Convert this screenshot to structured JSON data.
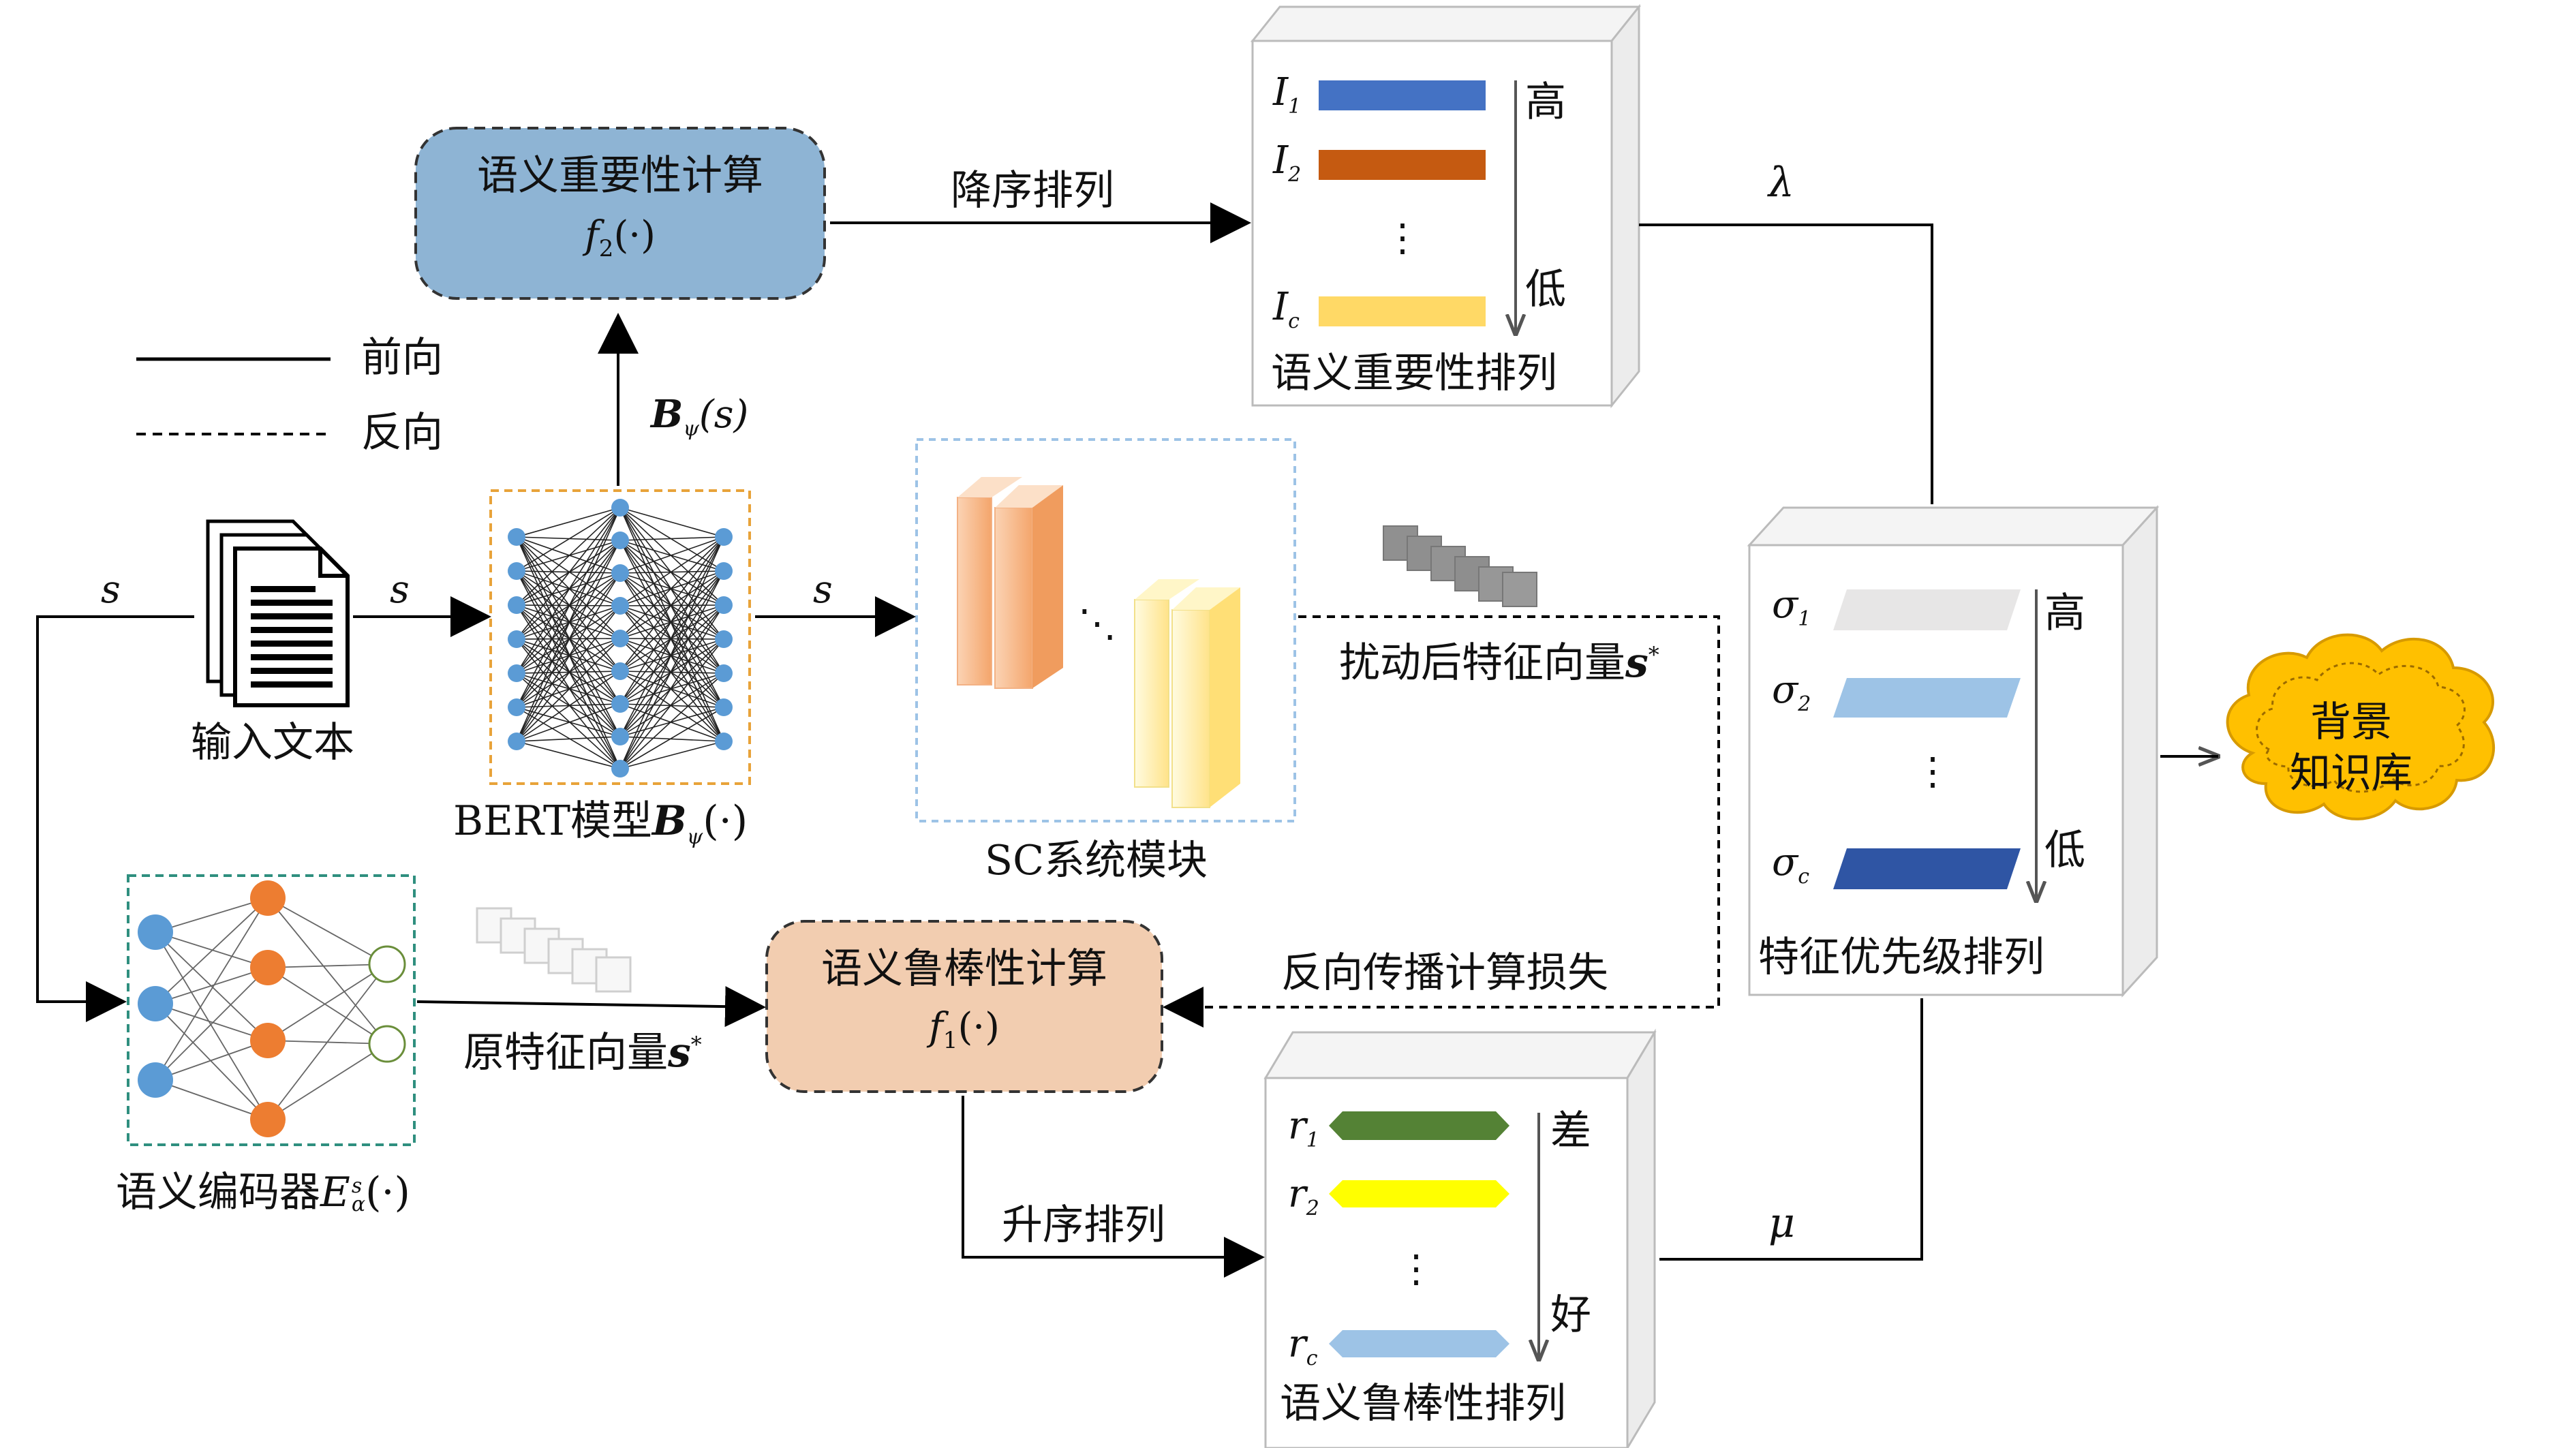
{
  "legend": {
    "forward": "前向",
    "backward": "反向"
  },
  "input": {
    "label": "输入文本",
    "s_left": "s",
    "s_mid": "s",
    "s_right": "s"
  },
  "bert": {
    "label": "BERT模型",
    "sym": "B",
    "sub": "ψ",
    "arg": "(·)",
    "out_sym": "B",
    "out_sub": "ψ",
    "out_arg": "(s)"
  },
  "importance": {
    "title": "语义重要性计算",
    "f": "f",
    "sub": "2",
    "arg": "(·)"
  },
  "robust": {
    "title": "语义鲁棒性计算",
    "f": "f",
    "sub": "1",
    "arg": "(·)"
  },
  "encoder": {
    "label": "语义编码器",
    "E": "E",
    "sub": "α",
    "sup": "s",
    "arg": "(·)"
  },
  "sc": {
    "label": "SC系统模块",
    "dots": "⋱"
  },
  "edges": {
    "desc_sort": "降序排列",
    "asc_sort": "升序排列",
    "perturbed": "扰动后特征向量",
    "perturbed_sym": "s",
    "original": "原特征向量",
    "original_sym": "s",
    "star": "*",
    "backprop": "反向传播计算损失",
    "lambda": "λ",
    "mu": "μ"
  },
  "importance_rank": {
    "title": "语义重要性排列",
    "high": "高",
    "low": "低",
    "dots": "⋮",
    "items": [
      {
        "sym": "I",
        "sub": "1",
        "color": "#4472c4"
      },
      {
        "sym": "I",
        "sub": "2",
        "color": "#c55a11"
      },
      {
        "sym": "I",
        "sub": "c",
        "color": "#ffd966"
      }
    ]
  },
  "robust_rank": {
    "title": "语义鲁棒性排列",
    "high": "差",
    "low": "好",
    "dots": "⋮",
    "items": [
      {
        "sym": "r",
        "sub": "1",
        "color": "#548235"
      },
      {
        "sym": "r",
        "sub": "2",
        "color": "#ffff00"
      },
      {
        "sym": "r",
        "sub": "c",
        "color": "#9dc3e6"
      }
    ]
  },
  "priority_rank": {
    "title": "特征优先级排列",
    "high": "高",
    "low": "低",
    "dots": "⋮",
    "items": [
      {
        "sym": "σ",
        "sub": "1",
        "color": "#e7e6e6"
      },
      {
        "sym": "σ",
        "sub": "2",
        "color": "#9dc3e6"
      },
      {
        "sym": "σ",
        "sub": "c",
        "color": "#2f55a4"
      }
    ]
  },
  "kb": {
    "line1": "背景",
    "line2": "知识库"
  },
  "colors": {
    "importance_box": "#8eb4d4",
    "robust_box": "#f2cdb0",
    "cloud": "#ffc000",
    "node_blue": "#5b9bd5",
    "node_orange": "#ed7d31",
    "bert_border": "#e8a33a",
    "encoder_border": "#2f8f7f"
  }
}
